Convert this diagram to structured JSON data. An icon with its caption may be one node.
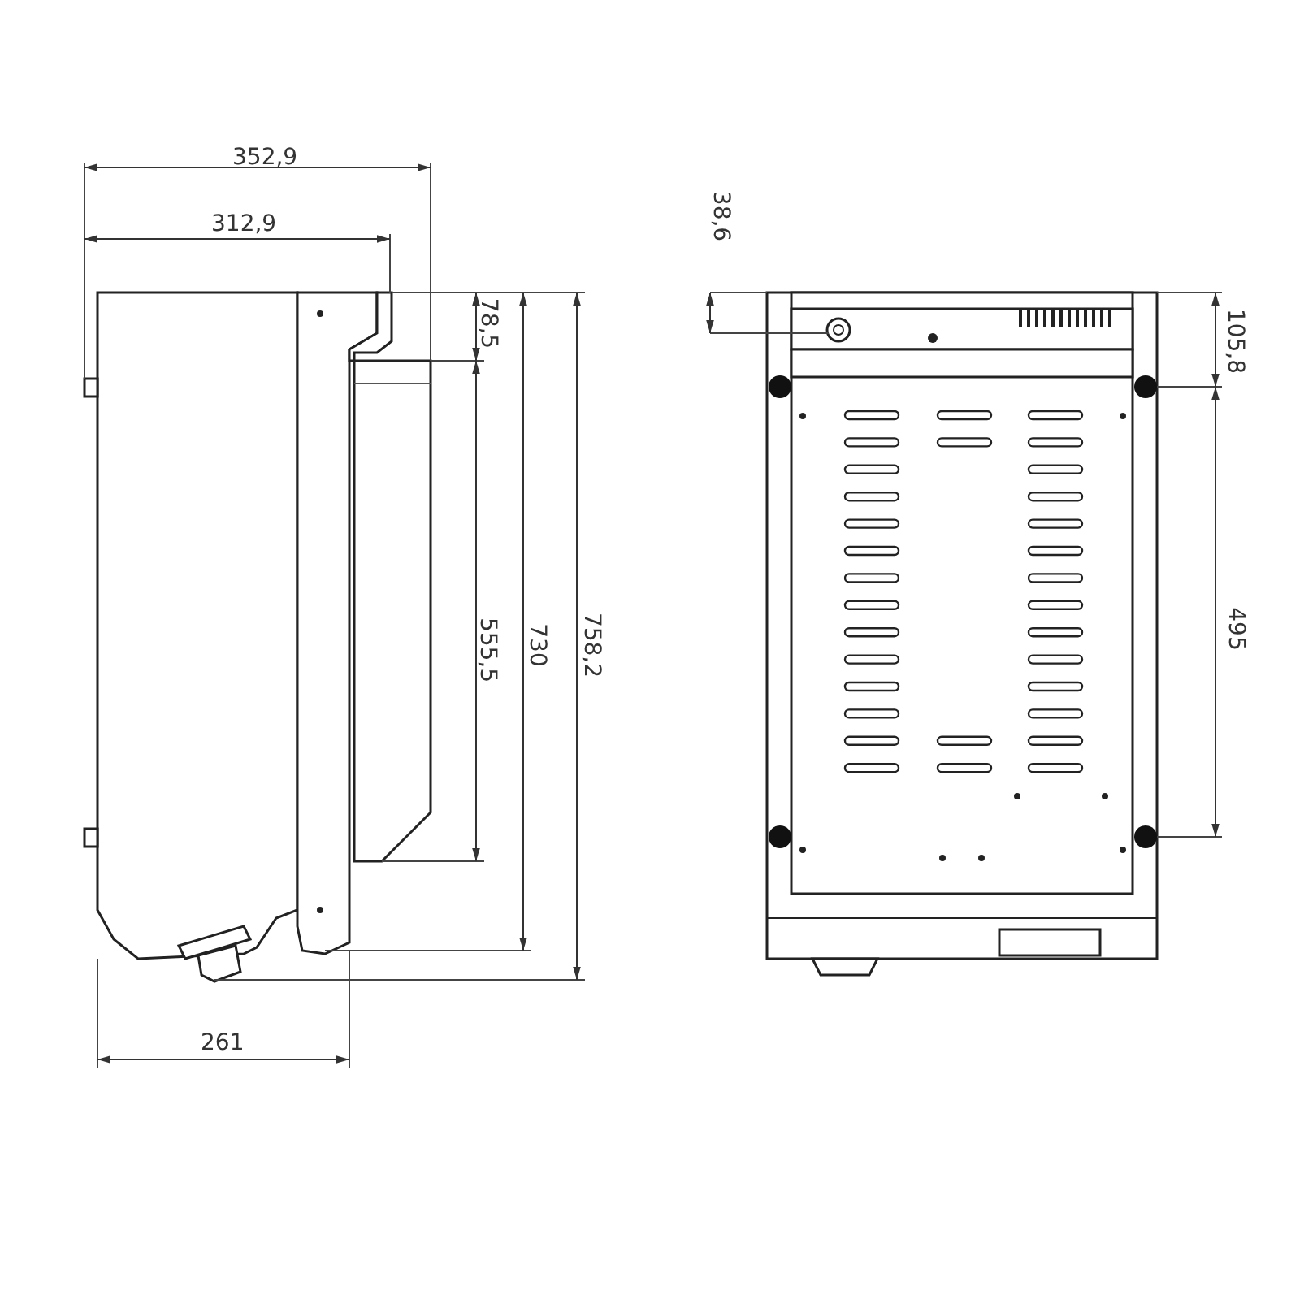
{
  "diagram": {
    "labels": [
      "352,9",
      "312,9",
      "38,6",
      "78,5",
      "105,8",
      "555,5",
      "730",
      "758,2",
      "495",
      "261"
    ]
  }
}
